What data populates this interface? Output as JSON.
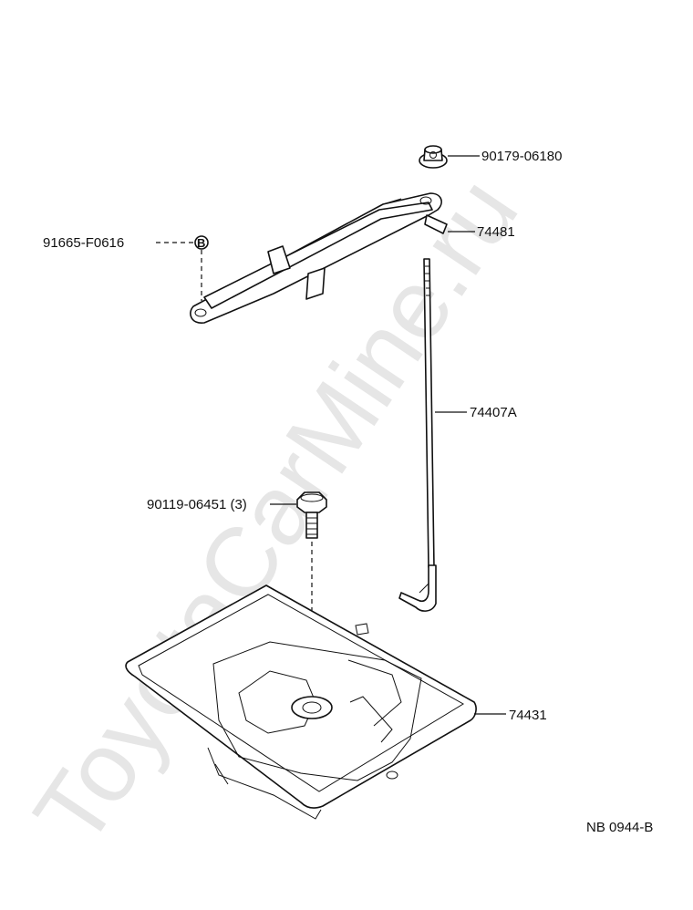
{
  "watermark": "ToyotaCarMine.ru",
  "code": "NB 0944-B",
  "parts": {
    "nut": "90179-06180",
    "clamp": "74481",
    "clip": "91665-F0616",
    "rod": "74407A",
    "bolt": "90119-06451 (3)",
    "tray": "74431"
  },
  "clip_glyph": "B"
}
